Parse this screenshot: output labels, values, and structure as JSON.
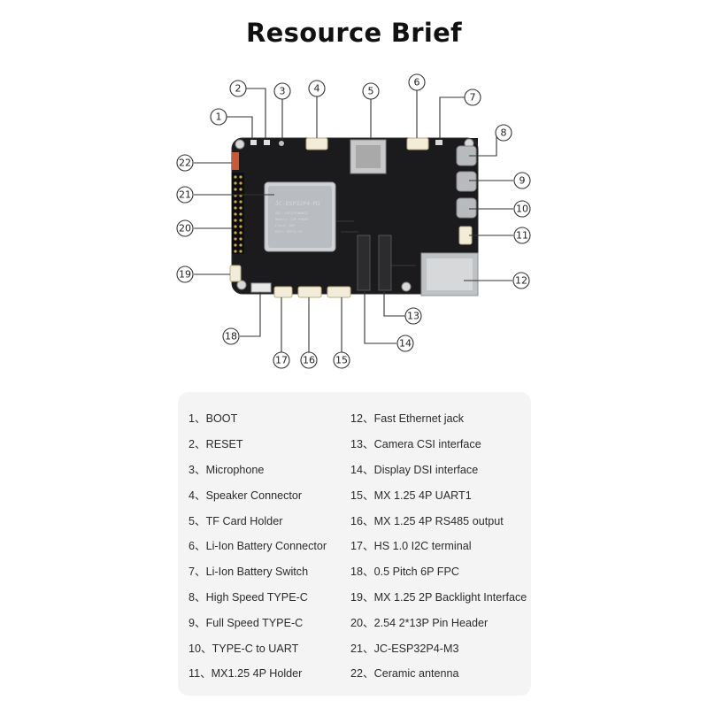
{
  "title": "Resource Brief",
  "board": {
    "module_lines": [
      "JC-ESP32P4-M3",
      "SOC: ESP32P4NRW32",
      "Memory: 32M PSRAM",
      "Flash: 16M",
      "WIFI: ESP32-C6"
    ]
  },
  "callouts": [
    "1",
    "2",
    "3",
    "4",
    "5",
    "6",
    "7",
    "8",
    "9",
    "10",
    "11",
    "12",
    "13",
    "14",
    "15",
    "16",
    "17",
    "18",
    "19",
    "20",
    "21",
    "22"
  ],
  "resources": [
    {
      "num": "1、",
      "label": "BOOT"
    },
    {
      "num": "2、",
      "label": "RESET"
    },
    {
      "num": "3、",
      "label": "Microphone"
    },
    {
      "num": "4、",
      "label": "Speaker Connector"
    },
    {
      "num": "5、",
      "label": "TF Card Holder"
    },
    {
      "num": "6、",
      "label": "Li-Ion Battery Connector"
    },
    {
      "num": "7、",
      "label": "Li-Ion Battery Switch"
    },
    {
      "num": "8、",
      "label": "High Speed TYPE-C"
    },
    {
      "num": "9、",
      "label": "Full Speed TYPE-C"
    },
    {
      "num": "10、",
      "label": "TYPE-C to UART"
    },
    {
      "num": "11、",
      "label": "MX1.25 4P Holder"
    },
    {
      "num": "12、",
      "label": "Fast Ethernet jack"
    },
    {
      "num": "13、",
      "label": "Camera CSI interface"
    },
    {
      "num": "14、",
      "label": "Display DSI interface"
    },
    {
      "num": "15、",
      "label": "MX 1.25 4P UART1"
    },
    {
      "num": "16、",
      "label": "MX 1.25 4P RS485 output"
    },
    {
      "num": "17、",
      "label": "HS 1.0 I2C terminal"
    },
    {
      "num": "18、",
      "label": "0.5 Pitch 6P FPC"
    },
    {
      "num": "19、",
      "label": "MX 1.25 2P Backlight Interface"
    },
    {
      "num": "20、",
      "label": "2.54 2*13P Pin Header"
    },
    {
      "num": "21、",
      "label": "JC-ESP32P4-M3"
    },
    {
      "num": "22、",
      "label": "Ceramic antenna"
    }
  ]
}
